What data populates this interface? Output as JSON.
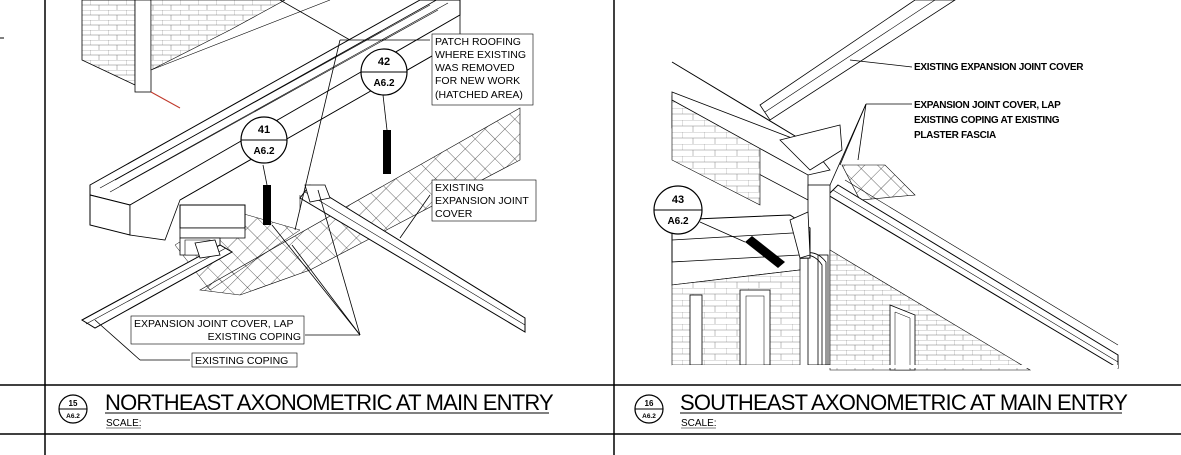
{
  "left_panel": {
    "callouts": {
      "patch_roofing": [
        "PATCH ROOFING",
        "WHERE EXISTING",
        "WAS REMOVED",
        "FOR NEW WORK",
        "(HATCHED AREA)"
      ],
      "existing_expansion_joint": [
        "EXISTING",
        "EXPANSION JOINT",
        "COVER"
      ],
      "expansion_lap": [
        "EXPANSION JOINT COVER, LAP",
        "EXISTING COPING"
      ],
      "existing_coping": "EXISTING COPING"
    },
    "detail_tags": [
      {
        "number": "41",
        "sheet": "A6.2"
      },
      {
        "number": "42",
        "sheet": "A6.2"
      }
    ],
    "title_block": {
      "number": "15",
      "sheet": "A6.2",
      "title": "NORTHEAST AXONOMETRIC AT MAIN ENTRY",
      "scale_label": "SCALE:"
    }
  },
  "right_panel": {
    "callouts": {
      "existing_expansion_joint": "EXISTING EXPANSION JOINT COVER",
      "expansion_lap": [
        "EXPANSION JOINT COVER, LAP",
        "EXISTING COPING  AT EXISTING",
        "PLASTER FASCIA"
      ]
    },
    "detail_tags": [
      {
        "number": "43",
        "sheet": "A6.2"
      }
    ],
    "title_block": {
      "number": "16",
      "sheet": "A6.2",
      "title": "SOUTHEAST AXONOMETRIC AT MAIN ENTRY",
      "scale_label": "SCALE:"
    }
  },
  "colors": {
    "linework": "#000000",
    "red_line": "#c0392b",
    "background": "#ffffff"
  }
}
